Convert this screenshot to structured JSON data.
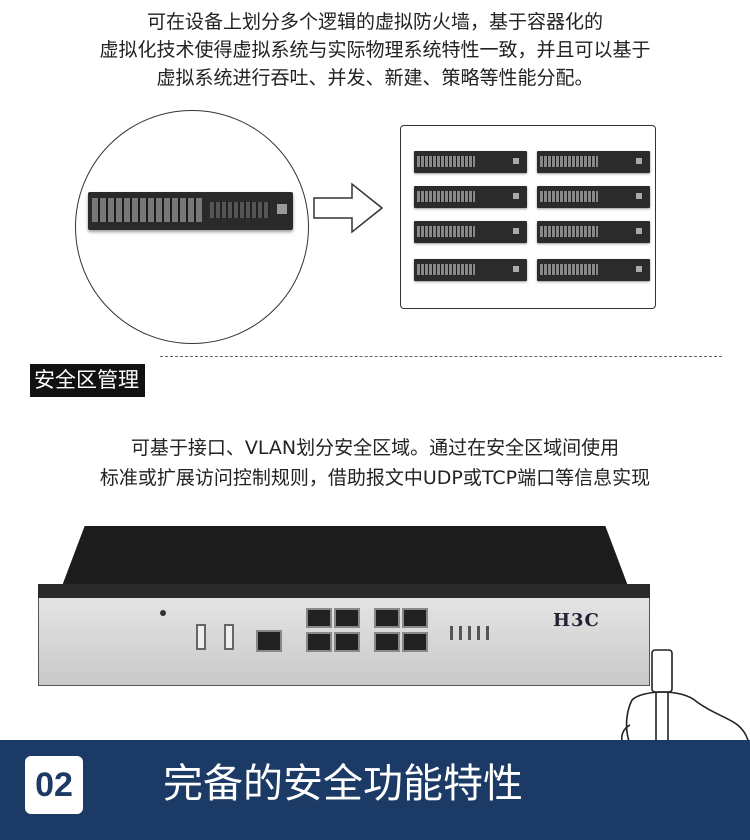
{
  "intro": {
    "lines": [
      "可在设备上划分多个逻辑的虚拟防火墙，基于容器化的",
      "虚拟化技术使得虚拟系统与实际物理系统特性一致，并且可以基于",
      "虚拟系统进行吞吐、并发、新建、策略等性能分配。"
    ]
  },
  "section": {
    "tag": "安全区管理",
    "lines": [
      "可基于接口、VLAN划分安全区域。通过在安全区域间使用",
      "标准或扩展访问控制规则，借助报文中UDP或TCP端口等信息实现"
    ]
  },
  "device": {
    "logo": "H3C"
  },
  "banner": {
    "number": "02",
    "title": "完备的安全功能特性",
    "background": "#1c3a66"
  }
}
